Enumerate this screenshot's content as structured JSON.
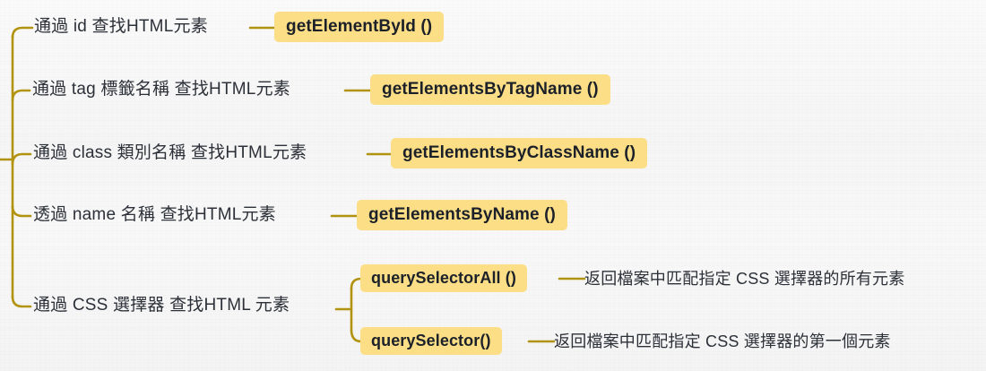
{
  "diagram": {
    "title": "HTML element lookup methods mind map",
    "colors": {
      "background": "#f7f7f7",
      "connector": "#b2930f",
      "badge_fill": "#fbde86",
      "text": "#2c3038"
    },
    "branches": [
      {
        "id": "by-id",
        "label": "通過 id 查找HTML元素",
        "badge": "getElementById ()"
      },
      {
        "id": "by-tag",
        "label": "通過 tag 標籤名稱 查找HTML元素",
        "badge": "getElementsByTagName ()"
      },
      {
        "id": "by-class",
        "label": "通過 class 類別名稱 查找HTML元素",
        "badge": "getElementsByClassName ()"
      },
      {
        "id": "by-name",
        "label": "透過 name 名稱 查找HTML元素",
        "badge": "getElementsByName ()"
      },
      {
        "id": "by-css",
        "label": "通過 CSS 選擇器 查找HTML 元素",
        "children": [
          {
            "id": "query-selector-all",
            "badge": "querySelectorAll ()",
            "description": "返回檔案中匹配指定 CSS 選擇器的所有元素"
          },
          {
            "id": "query-selector",
            "badge": "querySelector()",
            "description": "返回檔案中匹配指定 CSS 選擇器的第一個元素"
          }
        ]
      }
    ]
  }
}
